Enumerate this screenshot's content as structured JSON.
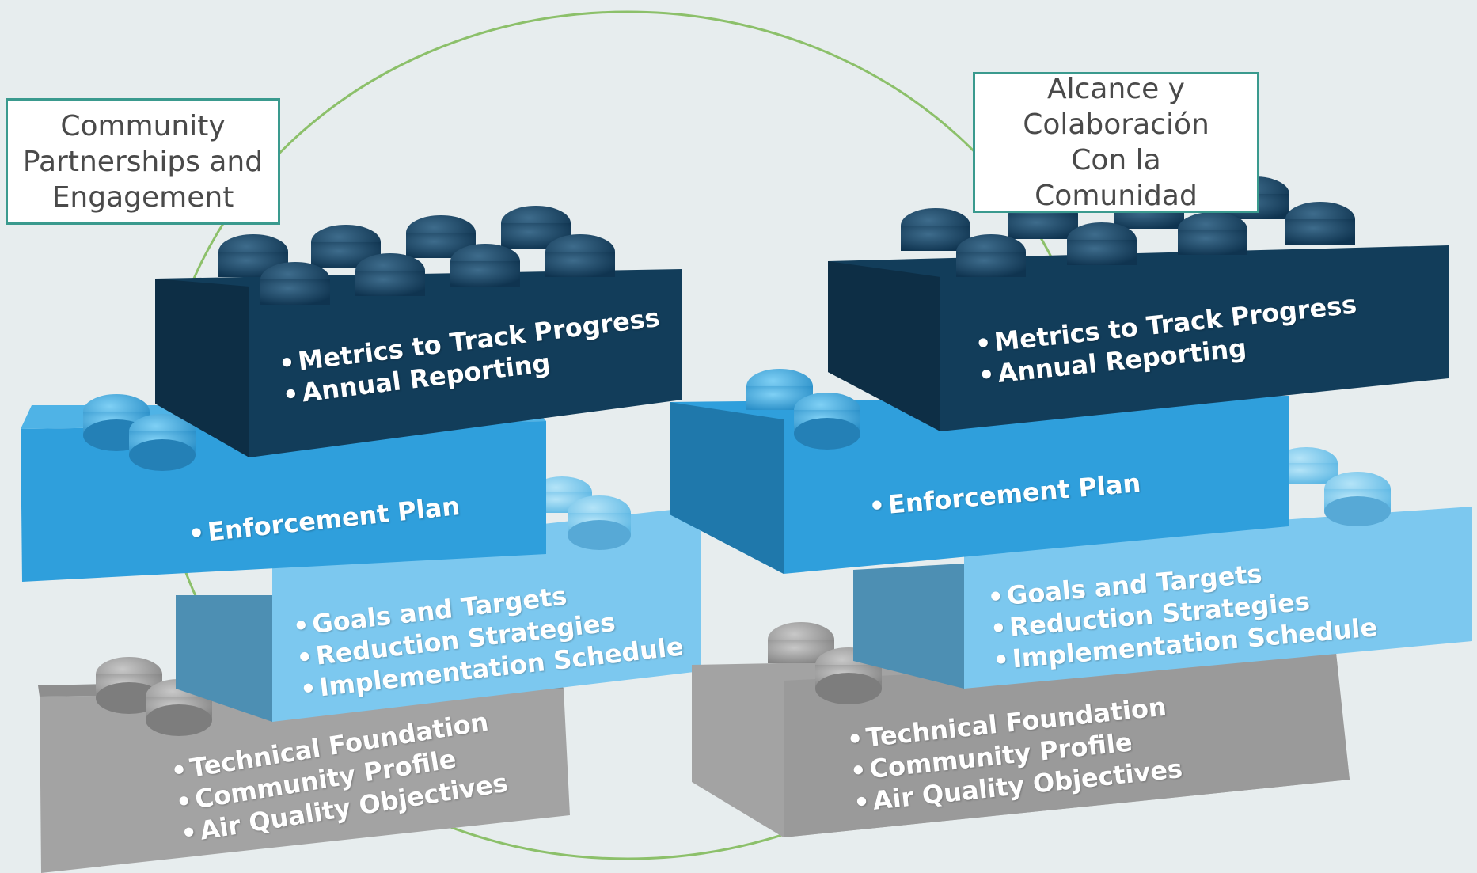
{
  "labels": {
    "left_lines": [
      "Community",
      "Partnerships and",
      "Engagement"
    ],
    "right_lines": [
      "Alcance y",
      "Colaboración",
      "Con la",
      "Comunidad"
    ]
  },
  "stack_left": {
    "top": [
      "Metrics to Track Progress",
      "Annual Reporting"
    ],
    "second": [
      "Enforcement Plan"
    ],
    "third": [
      "Goals and Targets",
      "Reduction Strategies",
      "Implementation Schedule"
    ],
    "bottom": [
      "Technical Foundation",
      "Community Profile",
      "Air Quality Objectives"
    ]
  },
  "stack_right": {
    "top": [
      "Metrics to Track Progress",
      "Annual Reporting"
    ],
    "second": [
      "Enforcement Plan"
    ],
    "third": [
      "Goals and Targets",
      "Reduction Strategies",
      "Implementation Schedule"
    ],
    "bottom": [
      "Technical Foundation",
      "Community Profile",
      "Air Quality Objectives"
    ]
  },
  "colors": {
    "navy": "#123d5a",
    "blue": "#2f9fdc",
    "light_blue": "#7cc8ef",
    "gray": "#9c9c9c",
    "ring": "#8cc06a",
    "label_border": "#3a9a8e"
  }
}
